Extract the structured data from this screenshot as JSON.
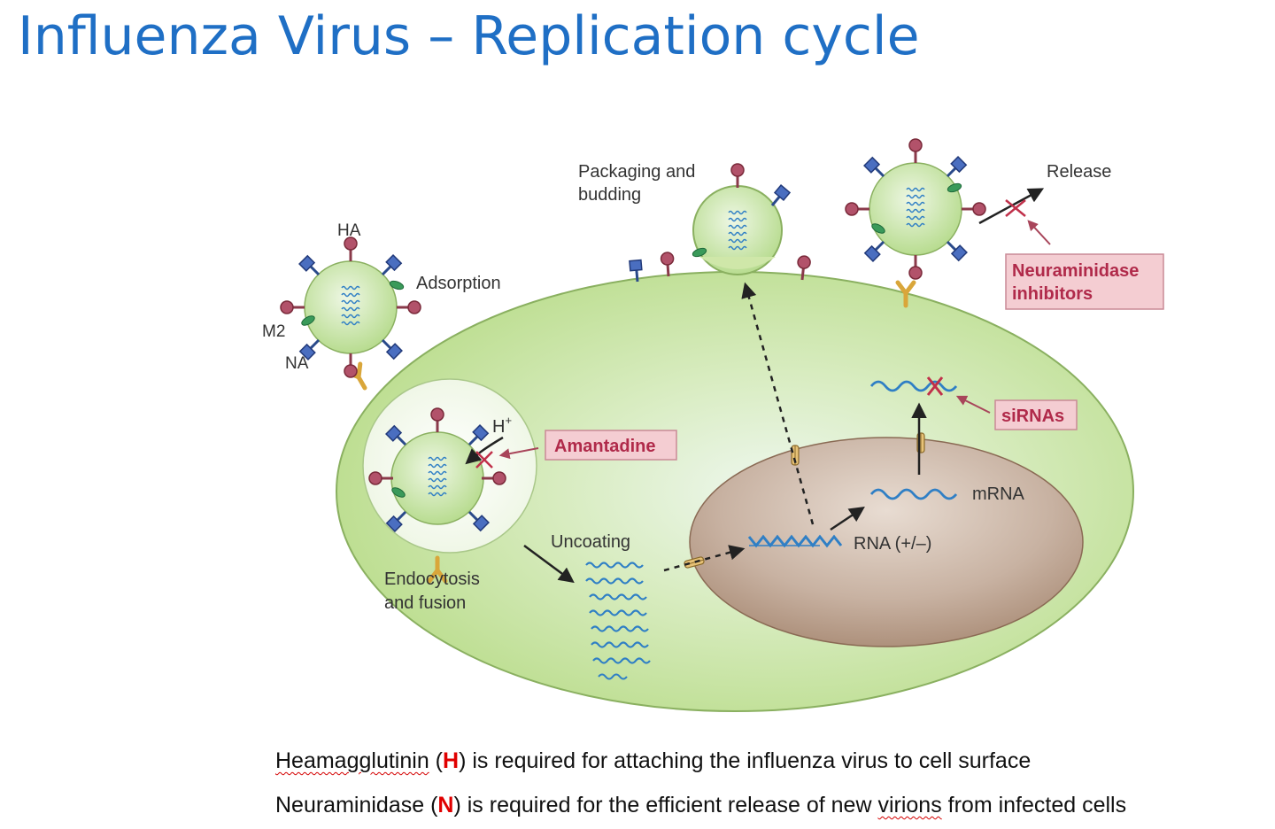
{
  "slide": {
    "title": "Influenza Virus – Replication cycle"
  },
  "diagram": {
    "labels": {
      "ha": "HA",
      "m2": "M2",
      "na": "NA",
      "adsorption": "Adsorption",
      "packaging_line1": "Packaging and",
      "packaging_line2": "budding",
      "release": "Release",
      "h_plus": "H",
      "h_plus_sup": "+",
      "endocytosis_line1": "Endocytosis",
      "endocytosis_line2": "and fusion",
      "uncoating": "Uncoating",
      "rna": "RNA (+/–)",
      "mrna": "mRNA"
    },
    "drugs": {
      "amantadine": "Amantadine",
      "neuraminidase_line1": "Neuraminidase",
      "neuraminidase_line2": "inhibitors",
      "sirnas": "siRNAs"
    },
    "colors": {
      "cell_fill": "#bfe08f",
      "cell_center": "#eef7ee",
      "nucleus": "#b49882",
      "virion": "#c5e3a0",
      "ha_spike": "#a8455a",
      "na_spike": "#3a5aa8",
      "rna_strand": "#2f7fc5",
      "drug_text": "#b02a4a",
      "drug_box": "#f4cdd2",
      "title": "#1f6fc5"
    }
  },
  "notes": [
    {
      "term": "Heamagglutinin",
      "open": " (",
      "letter": "H",
      "rest": ") is required for attaching the influenza virus to cell surface"
    },
    {
      "term": "Neuraminidase",
      "open": " (",
      "letter": "N",
      "rest_a": ") is required for the efficient release of new ",
      "word": "virions",
      "rest_b": " from infected cells"
    }
  ]
}
